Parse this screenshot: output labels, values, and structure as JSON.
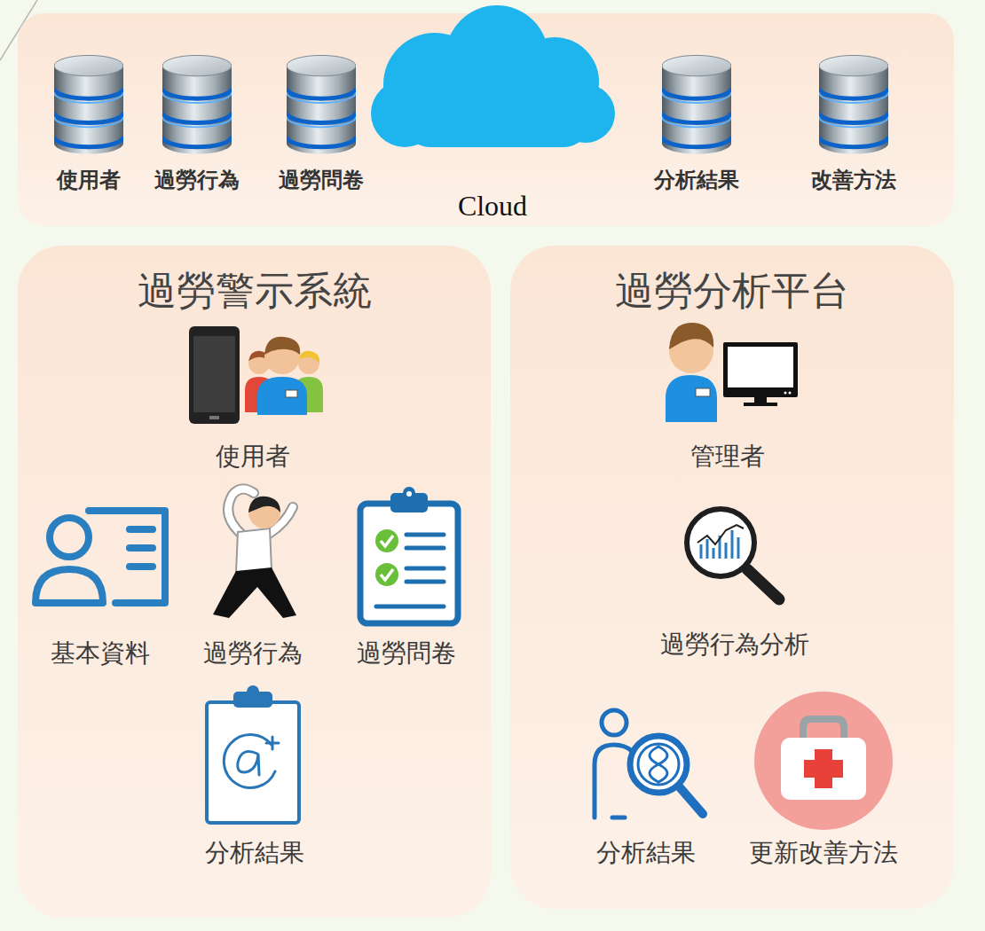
{
  "diagram": {
    "nodes": [
      {
        "text": [
          "使用者"
        ]
      },
      {
        "text": [
          "過勞行為"
        ]
      },
      {
        "text": [
          "過勞問卷"
        ]
      },
      {
        "text": [
          "Cloud"
        ]
      },
      {
        "text": [
          "分析結果"
        ]
      },
      {
        "text": [
          "改善方法"
        ]
      },
      {
        "text": [
          "過勞警示系統"
        ]
      },
      {
        "text": [
          "使用者"
        ],
        "in": 6
      },
      {
        "text": [
          "基本資料"
        ],
        "in": 6
      },
      {
        "text": [
          "過勞行為"
        ],
        "in": 6
      },
      {
        "text": [
          "過勞問卷"
        ],
        "in": 6
      },
      {
        "text": [
          "分析結果"
        ],
        "in": 6
      },
      {
        "text": [
          "過勞分析平台"
        ]
      },
      {
        "text": [
          "管理者"
        ],
        "in": 12
      },
      {
        "text": [
          "過勞行為分析"
        ],
        "in": 12
      },
      {
        "text": [
          "分析結果"
        ],
        "in": 12
      },
      {
        "text": [
          "更新改善方法"
        ],
        "in": 12
      }
    ]
  }
}
